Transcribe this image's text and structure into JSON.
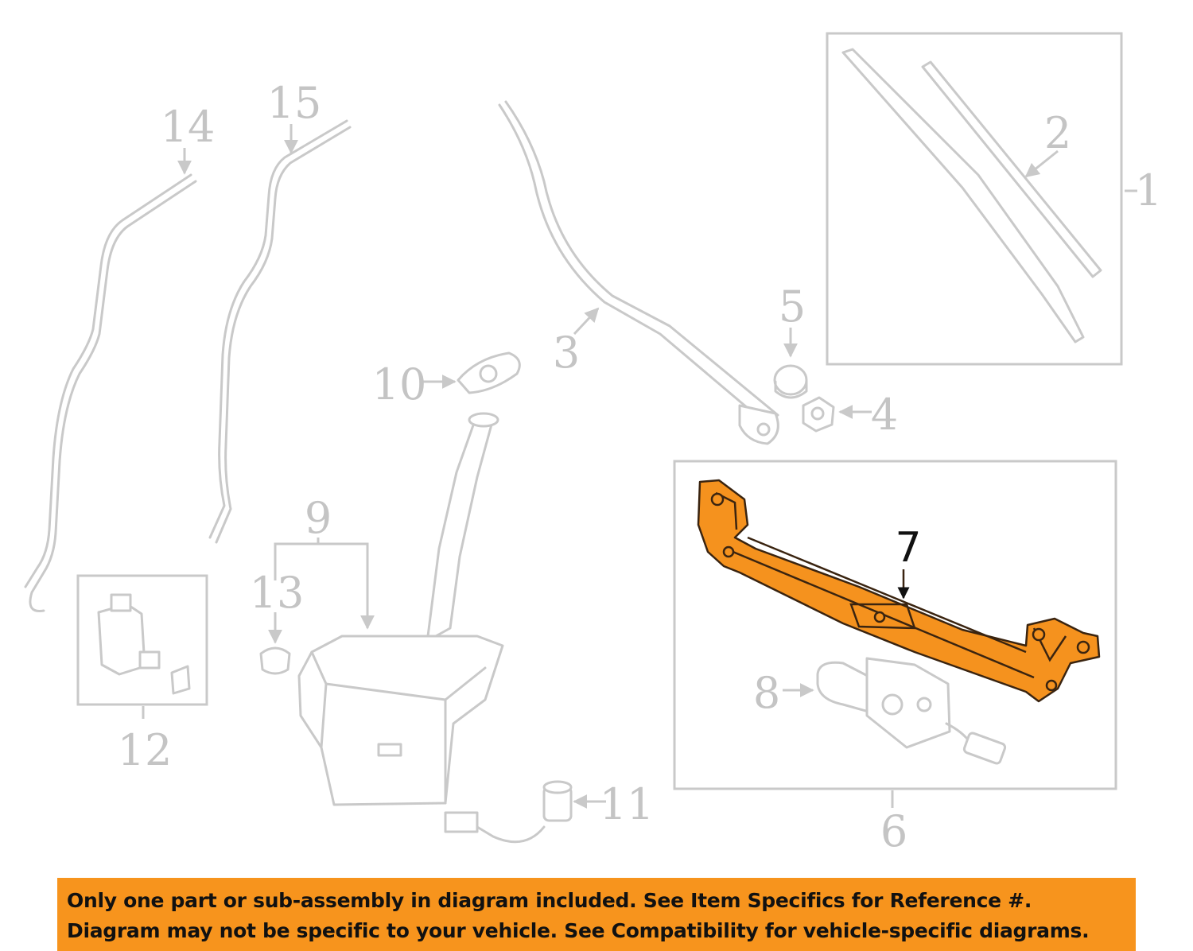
{
  "diagram": {
    "callouts": {
      "c1": "1",
      "c2": "2",
      "c3": "3",
      "c4": "4",
      "c5": "5",
      "c6": "6",
      "c7": "7",
      "c8": "8",
      "c9": "9",
      "c10": "10",
      "c11": "11",
      "c12": "12",
      "c13": "13",
      "c14": "14",
      "c15": "15"
    },
    "highlighted_part": "7",
    "colors": {
      "highlight": "#f5921e",
      "outline": "#c9c9c9",
      "banner": "#f7941d"
    }
  },
  "banner": {
    "line1": "Only one part or sub-assembly in diagram included. See Item Specifics for Reference #.",
    "line2": "Diagram may not be specific to your vehicle. See Compatibility for vehicle-specific diagrams."
  }
}
